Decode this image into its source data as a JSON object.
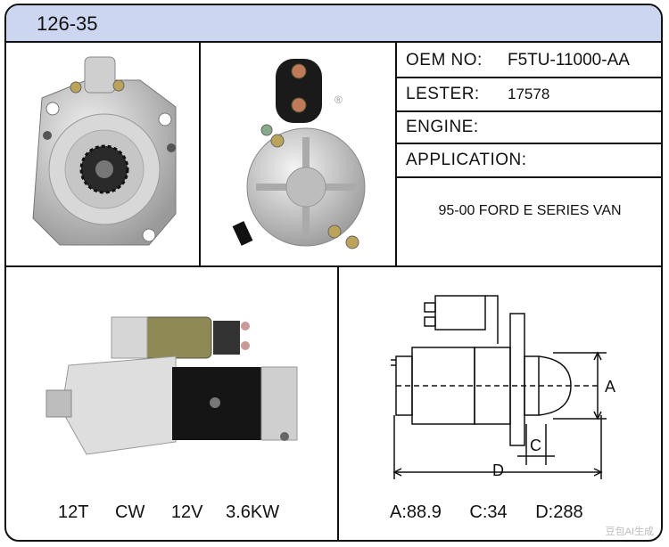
{
  "header": {
    "part_code": "126-35"
  },
  "specs": {
    "oem_label": "OEM NO:",
    "oem_value": "F5TU-11000-AA",
    "lester_label": "LESTER:",
    "lester_value": "17578",
    "engine_label": "ENGINE:",
    "engine_value": "",
    "application_label": "APPLICATION:",
    "application_value": "95-00 FORD E SERIES VAN"
  },
  "electrical": {
    "teeth": "12T",
    "rotation": "CW",
    "voltage": "12V",
    "power": "3.6KW"
  },
  "dimensions": {
    "a": "A:88.9",
    "c": "C:34",
    "d": "D:288",
    "label_a": "A",
    "label_c": "C",
    "label_d": "D"
  },
  "watermark": "豆包AI生成",
  "colors": {
    "header_bg": "#ccd6f0",
    "border": "#111111"
  }
}
